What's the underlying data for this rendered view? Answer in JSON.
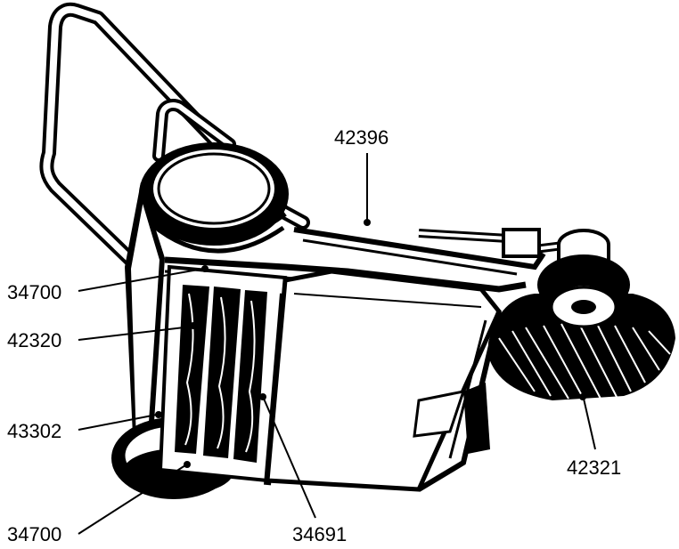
{
  "colors": {
    "ink": "#000000",
    "paper": "#ffffff"
  },
  "callouts": [
    {
      "id": "c-42396-top",
      "label": "42396"
    },
    {
      "id": "c-34700-upper",
      "label": "34700"
    },
    {
      "id": "c-42320",
      "label": "42320"
    },
    {
      "id": "c-43302",
      "label": "43302"
    },
    {
      "id": "c-34700-lower",
      "label": "34700"
    },
    {
      "id": "c-34691",
      "label": "34691"
    },
    {
      "id": "c-42321",
      "label": "42321"
    }
  ]
}
